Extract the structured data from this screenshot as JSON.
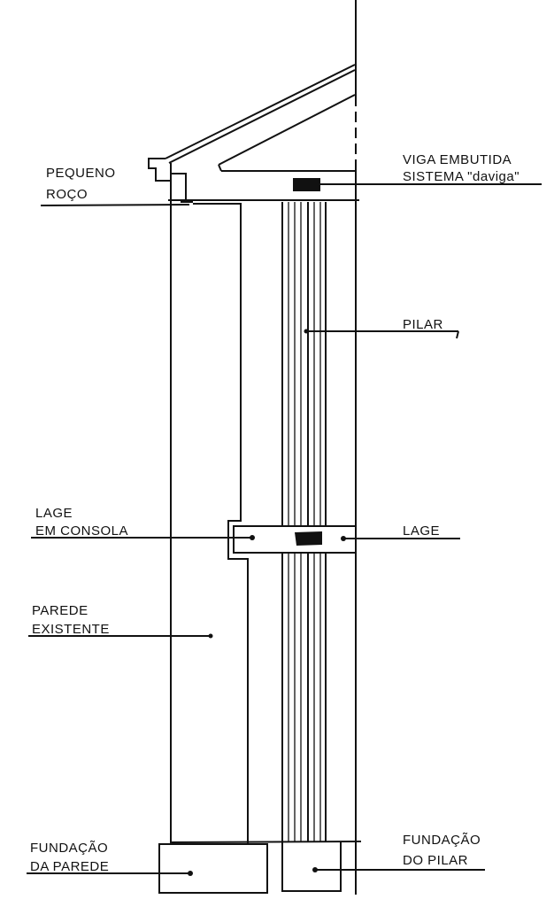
{
  "labels": {
    "pequeno_roco": [
      "PEQUENO",
      "ROÇO"
    ],
    "viga_embutida": [
      "VIGA EMBUTIDA",
      "SISTEMA \"daviga\""
    ],
    "pilar": "PILAR",
    "lage_em_consola": [
      "LAGE",
      "EM CONSOLA"
    ],
    "lage": "LAGE",
    "parede_existente": [
      "PAREDE",
      "EXISTENTE"
    ],
    "fundacao_parede": [
      "FUNDAÇÃO",
      "DA PAREDE"
    ],
    "fundacao_pilar": [
      "FUNDAÇÃO",
      "DO PILAR"
    ]
  }
}
